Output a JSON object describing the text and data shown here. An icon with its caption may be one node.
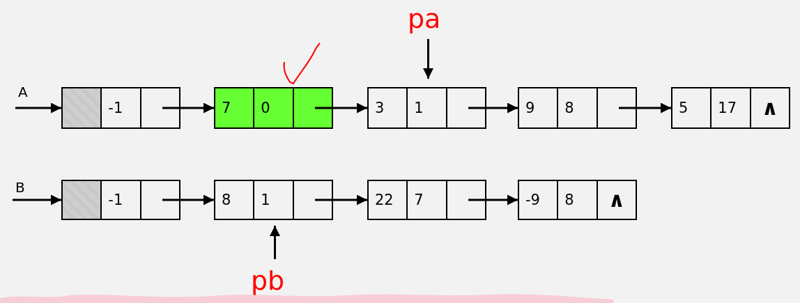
{
  "diagram": {
    "nodes": [
      {
        "text": [
          "pa"
        ]
      },
      {
        "text": [
          "A"
        ]
      },
      {
        "text": [
          "-1"
        ]
      },
      {
        "text": [
          "7",
          "0"
        ]
      },
      {
        "text": [
          "3",
          "1"
        ]
      },
      {
        "text": [
          "9",
          "8"
        ]
      },
      {
        "text": [
          "5",
          "17",
          "∧"
        ]
      },
      {
        "text": [
          "B"
        ]
      },
      {
        "text": [
          "-1"
        ]
      },
      {
        "text": [
          "8",
          "1"
        ]
      },
      {
        "text": [
          "22",
          "7"
        ]
      },
      {
        "text": [
          "-9",
          "8",
          "∧"
        ]
      },
      {
        "text": [
          "pb"
        ]
      }
    ],
    "edges": [
      {
        "from": 1,
        "to": 2,
        "arrow": "to"
      },
      {
        "from": 2,
        "to": 3,
        "arrow": "to"
      },
      {
        "from": 3,
        "to": 4,
        "arrow": "to"
      },
      {
        "from": 4,
        "to": 5,
        "arrow": "to"
      },
      {
        "from": 5,
        "to": 6,
        "arrow": "to"
      },
      {
        "from": 0,
        "to": 4,
        "arrow": "to"
      },
      {
        "from": 7,
        "to": 8,
        "arrow": "to"
      },
      {
        "from": 8,
        "to": 9,
        "arrow": "to"
      },
      {
        "from": 9,
        "to": 10,
        "arrow": "to"
      },
      {
        "from": 10,
        "to": 11,
        "arrow": "to"
      },
      {
        "from": 12,
        "to": 9,
        "arrow": "to"
      }
    ]
  }
}
